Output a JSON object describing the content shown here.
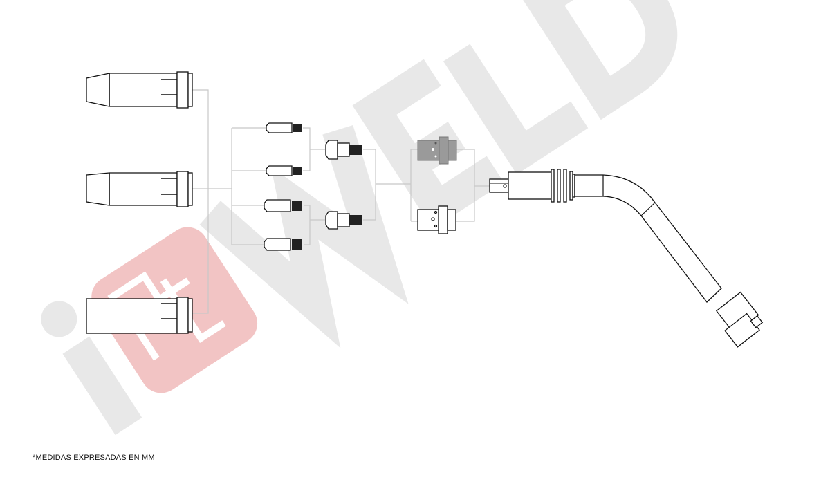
{
  "watermark": {
    "text": "iOWELD",
    "circuit_color": "#e9a0a0",
    "gray": "#e8e8e8"
  },
  "note": "*MEDIDAS EXPRESADAS EN MM",
  "parts": {
    "nozzles": [
      "conical-nozzle",
      "tapered-nozzle",
      "cylindrical-nozzle"
    ],
    "contact_tips": 4,
    "tip_holders": 2,
    "gas_diffusers": [
      "gray-diffuser",
      "white-diffuser"
    ],
    "swan_neck": "swan-neck"
  }
}
